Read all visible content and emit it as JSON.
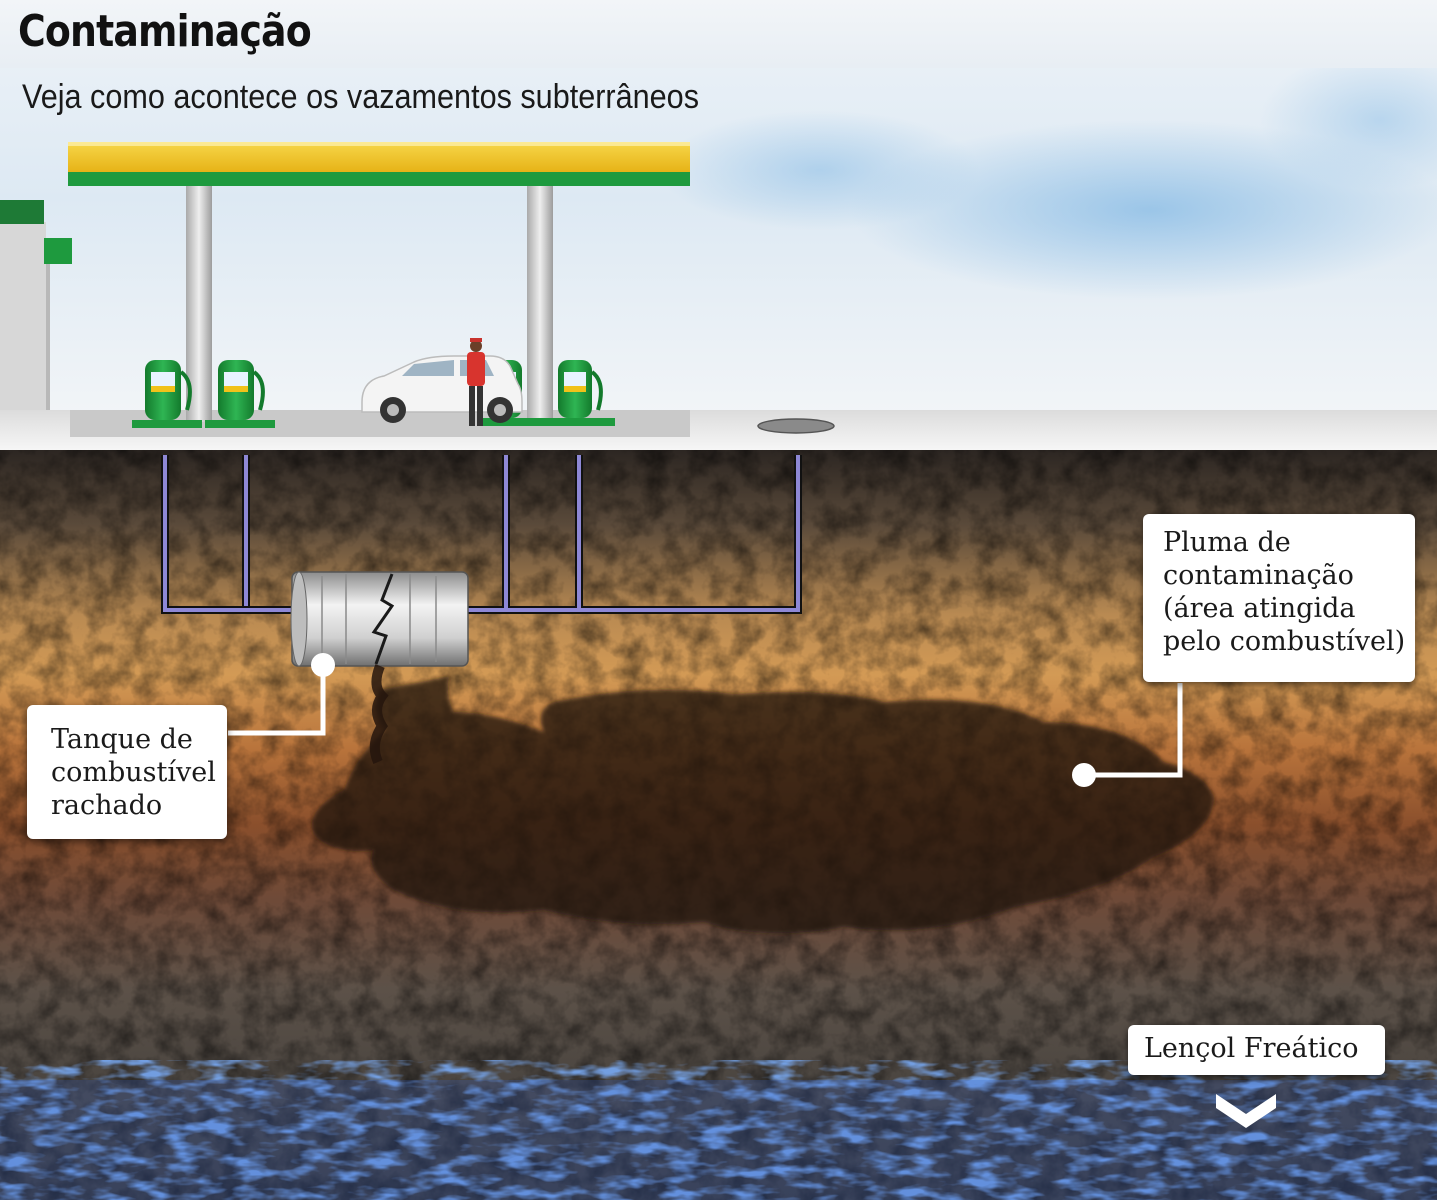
{
  "header": {
    "title": "Contaminação",
    "subtitle": "Veja como acontece os vazamentos subterrâneos"
  },
  "labels": {
    "plume": [
      "Pluma de",
      "contaminação",
      "(área atingida",
      "pelo combustível)"
    ],
    "tank": [
      "Tanque de",
      "combustível",
      "rachado"
    ],
    "water_table": "Lençol Freático"
  },
  "colors": {
    "station_green": "#1e9a3e",
    "canopy_yellow": "#f2c21b",
    "pipe_purple": "#8e88d6",
    "water_blue": "#2f5fd0",
    "soil_orange": "#c7843f",
    "plume_dark": "#2d1a10"
  }
}
